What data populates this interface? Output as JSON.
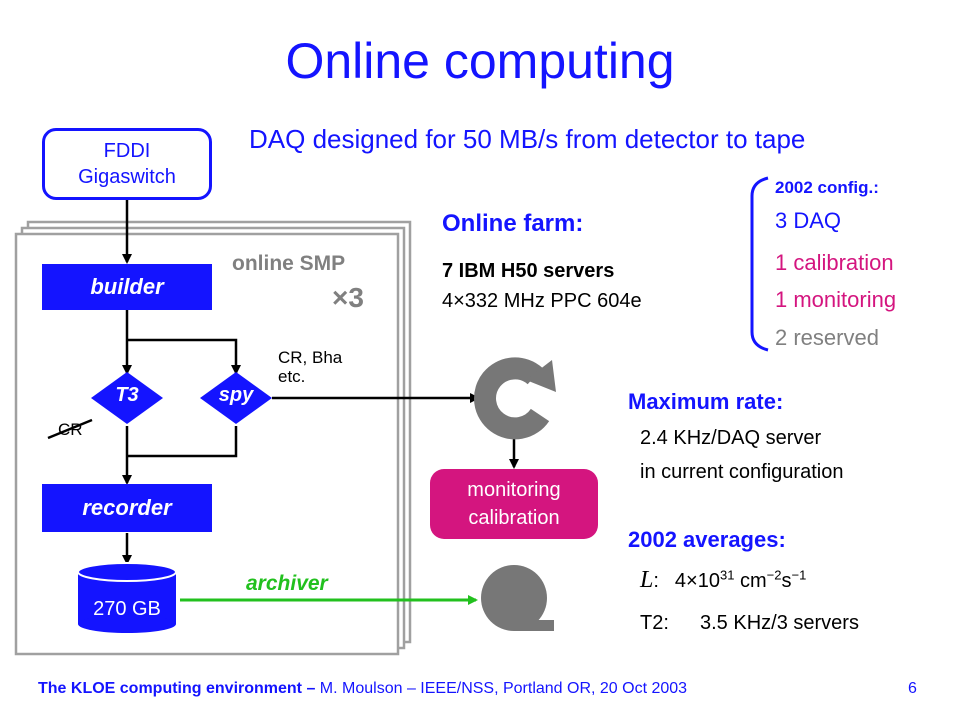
{
  "title": "Online computing",
  "subtitle": "DAQ designed for 50 MB/s from detector to tape",
  "diagram": {
    "fddi_line1": "FDDI",
    "fddi_line2": "Gigaswitch",
    "smp_label": "online SMP",
    "smp_multiplier": "×3",
    "builder": "builder",
    "t3": "T3",
    "spy": "spy",
    "cr_crossed": "CR",
    "cr_bha_line1": "CR, Bha",
    "cr_bha_line2": "etc.",
    "recorder": "recorder",
    "disk": "270 GB",
    "archiver": "archiver",
    "monitoring_line1": "monitoring",
    "monitoring_line2": "calibration"
  },
  "farm": {
    "heading": "Online farm:",
    "line1": "7 IBM H50 servers",
    "line2": "4×332 MHz PPC 604e"
  },
  "config": {
    "heading": "2002 config.:",
    "daq": "3 DAQ",
    "calibration": "1 calibration",
    "monitoring": "1 monitoring",
    "reserved": "2 reserved"
  },
  "max_rate": {
    "heading": "Maximum rate:",
    "line1": "2.4 KHz/DAQ server",
    "line2": "in current configuration"
  },
  "averages": {
    "heading": "2002 averages:",
    "lum_symbol": "L",
    "lum_colon": ":",
    "lum_base": "4×10",
    "lum_exp": "31",
    "lum_unit_cm": " cm",
    "lum_unit_cm_exp": "−2",
    "lum_unit_s": "s",
    "lum_unit_s_exp": "−1",
    "t2_label": "T2:",
    "t2_value": "3.5 KHz/3 servers"
  },
  "footer": {
    "left_bold": "The KLOE computing environment – ",
    "left_rest": "M. Moulson – IEEE/NSS, Portland OR, 20 Oct 2003",
    "page": "6"
  },
  "colors": {
    "blue": "#1414ff",
    "magenta": "#d4157f",
    "gray": "#808080",
    "green": "#22c01e"
  }
}
